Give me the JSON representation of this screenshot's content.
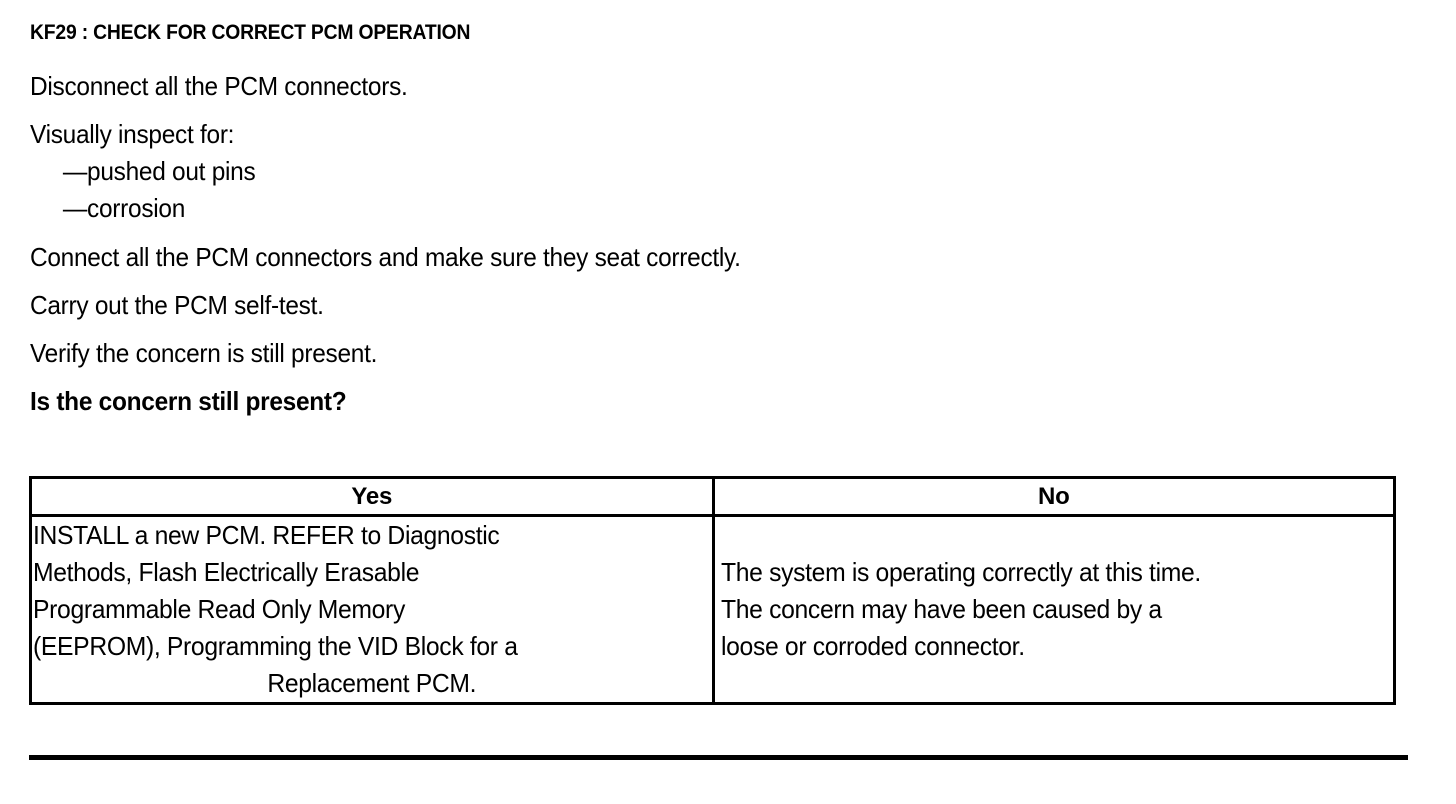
{
  "document": {
    "step_id": "KF29",
    "title": "KF29 : CHECK FOR CORRECT PCM OPERATION"
  },
  "procedure": {
    "lines": [
      {
        "text": "Disconnect all the PCM connectors.",
        "bold": false
      },
      {
        "text": "Visually inspect for:",
        "bold": false
      }
    ],
    "sub_items": [
      "—pushed out pins",
      "—corrosion"
    ],
    "lines_after": [
      {
        "text": "Connect all the PCM connectors and make sure they seat correctly.",
        "bold": false
      },
      {
        "text": "Carry out the PCM self-test.",
        "bold": false
      },
      {
        "text": "Verify the concern is still present.",
        "bold": false
      },
      {
        "text": "Is the concern still present?",
        "bold": true
      }
    ],
    "line_0": "Disconnect all the PCM connectors.",
    "line_1": "Visually inspect for:",
    "sub_0": "—pushed out pins",
    "sub_1": "—corrosion",
    "line_2": "Connect all the PCM connectors and make sure they seat correctly.",
    "line_3": "Carry out the PCM self-test.",
    "line_4": "Verify the concern is still present.",
    "question": "Is the concern still present?"
  },
  "decision_table": {
    "headers": {
      "yes": "Yes",
      "no": "No"
    },
    "yes_action": {
      "full_text": "INSTALL a new PCM. REFER to Diagnostic Methods, Flash Electrically Erasable Programmable Read Only Memory (EEPROM), Programming the VID Block for a Replacement PCM.",
      "line_0": "INSTALL a new PCM. REFER to Diagnostic",
      "line_1": "Methods, Flash Electrically Erasable",
      "line_2": "Programmable Read Only Memory",
      "line_3": "(EEPROM), Programming the VID Block for a",
      "line_4": "Replacement PCM."
    },
    "no_action": {
      "full_text": "The system is operating correctly at this time. The concern may have been caused by a loose or corroded connector.",
      "line_0": "The system is operating correctly at this time.",
      "line_1": "The concern may have been caused by a",
      "line_2": "loose or corroded connector."
    }
  },
  "colors": {
    "text": "#000000",
    "background": "#ffffff",
    "border": "#000000"
  }
}
